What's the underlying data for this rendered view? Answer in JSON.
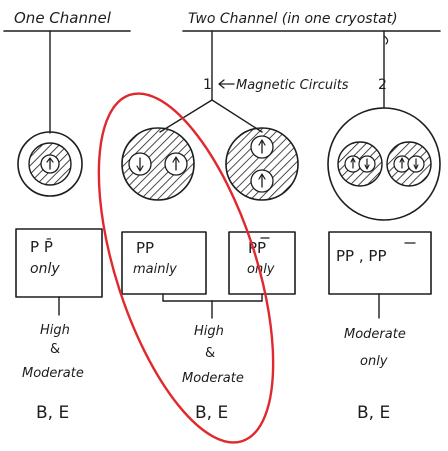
{
  "headers": {
    "one_channel": "One Channel",
    "two_channel": "Two Channel (in one cryostat)"
  },
  "magnetic_circuits": {
    "left_number": "1",
    "label": "Magnetic Circuits",
    "right_number": "2"
  },
  "boxes": {
    "box1": {
      "line1": "P P̄",
      "line2": "only"
    },
    "box2": {
      "line1": "PP",
      "line2": "mainly"
    },
    "box3": {
      "line1": "PP",
      "line2": "only"
    },
    "box4": {
      "line1": "PP , PP"
    }
  },
  "conditions": {
    "col1": {
      "line1": "High",
      "line2": "&",
      "line3": "Moderate"
    },
    "col2": {
      "line1": "High",
      "line2": "&",
      "line3": "Moderate"
    },
    "col3": {
      "line1": "Moderate",
      "line2": "only"
    }
  },
  "footers": {
    "col1": "B, E",
    "col2": "B, E",
    "col3": "B, E"
  },
  "colors": {
    "ink": "#1d1d1d",
    "highlight": "#e0282f",
    "background": "#ffffff"
  }
}
